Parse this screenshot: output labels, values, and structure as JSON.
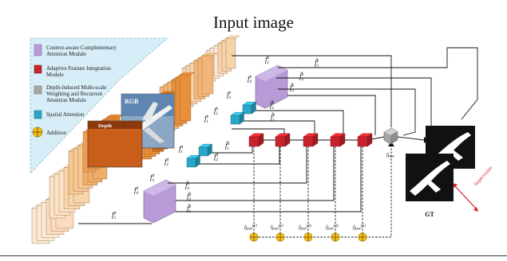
{
  "title": "Input image",
  "legend": {
    "items": [
      {
        "text": "Context-aware Complementary",
        "text2": "Attention Module",
        "color": "#b79ad6"
      },
      {
        "text": "Adaptive Feature Integration",
        "text2": "Module",
        "color": "#c8232c"
      },
      {
        "text": "Depth-induced Multi-scale",
        "text2": "Weighting and Recurrent",
        "text3": "Attention Module",
        "color": "#a6a6a6"
      },
      {
        "text": "Spatial Attention",
        "text2": "",
        "color": "#2aa7c8"
      },
      {
        "text": "Addition",
        "text2": "",
        "color": "#f2c21b"
      }
    ]
  },
  "image_labels": {
    "rgb": "RGB",
    "depth": "Depth"
  },
  "features": {
    "rgb": {
      "sym": "f",
      "sup": "h",
      "subs": [
        "1",
        "2",
        "3",
        "4",
        "5"
      ]
    },
    "depth": {
      "sym": "f",
      "sup": "d",
      "subs": [
        "1",
        "2",
        "3",
        "4",
        "5"
      ]
    },
    "rgb_tilde": {
      "sym": "f̃",
      "sup": "h",
      "subs": [
        "1",
        "2",
        "3",
        "4",
        "5"
      ]
    },
    "depth_tilde": {
      "sym": "f̃",
      "sup": "d",
      "subs": [
        "1",
        "2",
        "3",
        "4",
        "5"
      ]
    }
  },
  "fuse": {
    "final": "f",
    "final_sub": "fuse",
    "stages": [
      "(1)",
      "(2)",
      "(3)",
      "(4)",
      "(5)"
    ]
  },
  "gt_label": "GT",
  "supervision_label": "Supervision"
}
